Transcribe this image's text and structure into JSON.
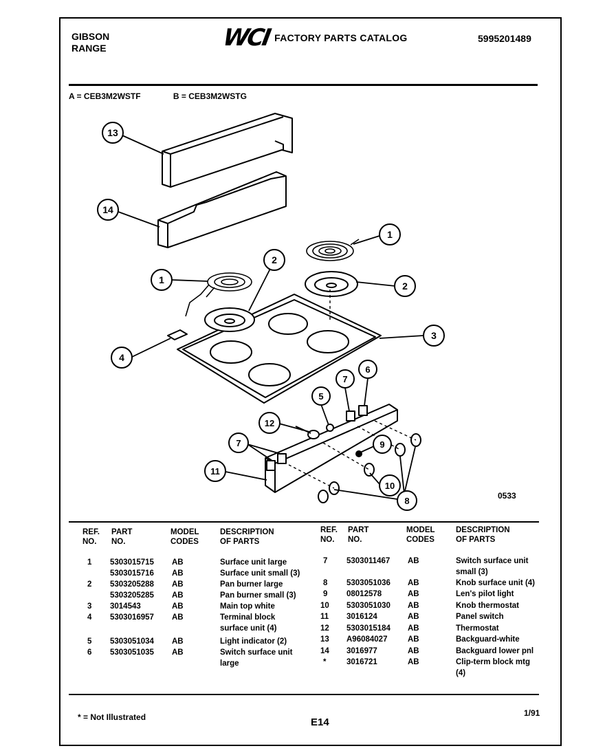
{
  "header": {
    "brand_line1": "GIBSON",
    "brand_line2": "RANGE",
    "logo_text": "WCI",
    "catalog_title": "FACTORY PARTS CATALOG",
    "doc_number": "5995201489"
  },
  "models": {
    "a": "A = CEB3M2WSTF",
    "b": "B = CEB3M2WSTG"
  },
  "diagram": {
    "code": "0533",
    "callouts": [
      "13",
      "14",
      "1",
      "2",
      "1",
      "2",
      "3",
      "4",
      "7",
      "6",
      "5",
      "12",
      "7",
      "9",
      "11",
      "10",
      "8"
    ]
  },
  "table": {
    "headers": {
      "ref": [
        "REF.",
        "NO."
      ],
      "part": [
        "PART",
        "NO."
      ],
      "model": [
        "MODEL",
        "CODES"
      ],
      "desc": [
        "DESCRIPTION",
        "OF PARTS"
      ]
    },
    "left_rows": [
      {
        "ref": "1",
        "part": "5303015715",
        "model": "AB",
        "desc": "Surface unit large"
      },
      {
        "ref": "",
        "part": "5303015716",
        "model": "AB",
        "desc": "Surface unit small (3)"
      },
      {
        "ref": "2",
        "part": "5303205288",
        "model": "AB",
        "desc": "Pan burner large"
      },
      {
        "ref": "",
        "part": "5303205285",
        "model": "AB",
        "desc": "Pan burner small (3)"
      },
      {
        "ref": "3",
        "part": "3014543",
        "model": "AB",
        "desc": "Main top white"
      },
      {
        "ref": "4",
        "part": "5303016957",
        "model": "AB",
        "desc": "Terminal block"
      },
      {
        "ref": "",
        "part": "",
        "model": "",
        "desc": "surface unit (4)"
      },
      {
        "ref": "5",
        "part": "5303051034",
        "model": "AB",
        "desc": "Light indicator (2)"
      },
      {
        "ref": "6",
        "part": "5303051035",
        "model": "AB",
        "desc": "Switch surface unit"
      },
      {
        "ref": "",
        "part": "",
        "model": "",
        "desc": "large"
      }
    ],
    "right_rows": [
      {
        "ref": "7",
        "part": "5303011467",
        "model": "AB",
        "desc": "Switch surface unit"
      },
      {
        "ref": "",
        "part": "",
        "model": "",
        "desc": "small (3)"
      },
      {
        "ref": "8",
        "part": "5303051036",
        "model": "AB",
        "desc": "Knob surface unit (4)"
      },
      {
        "ref": "9",
        "part": "08012578",
        "model": "AB",
        "desc": "Len's pilot light"
      },
      {
        "ref": "10",
        "part": "5303051030",
        "model": "AB",
        "desc": "Knob thermostat"
      },
      {
        "ref": "11",
        "part": "3016124",
        "model": "AB",
        "desc": "Panel switch"
      },
      {
        "ref": "12",
        "part": "5303015184",
        "model": "AB",
        "desc": "Thermostat"
      },
      {
        "ref": "13",
        "part": "A96084027",
        "model": "AB",
        "desc": "Backguard-white"
      },
      {
        "ref": "14",
        "part": "3016977",
        "model": "AB",
        "desc": "Backguard lower pnl"
      },
      {
        "ref": "*",
        "part": "3016721",
        "model": "AB",
        "desc": "Clip-term block mtg"
      },
      {
        "ref": "",
        "part": "",
        "model": "",
        "desc": "(4)"
      }
    ]
  },
  "footer": {
    "note": "* = Not Illustrated",
    "page": "E14",
    "date": "1/91"
  }
}
